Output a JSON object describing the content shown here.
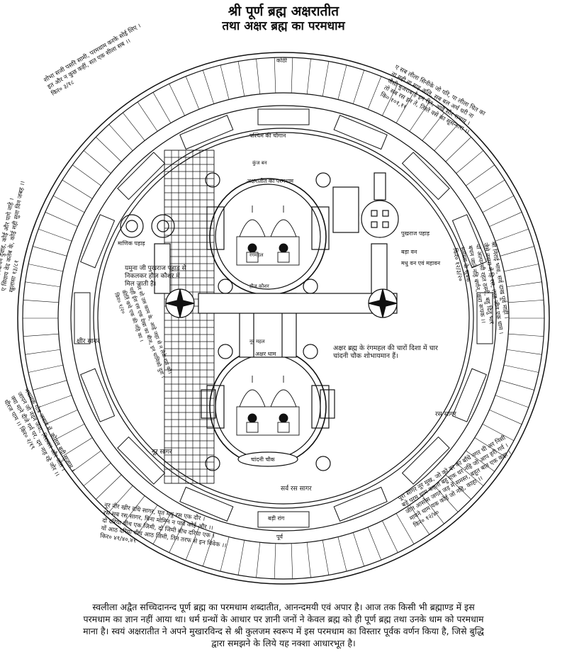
{
  "title": {
    "line1": "श्री पूर्ण ब्रह्म अक्षरातीत",
    "line2": "तथा अक्षर ब्रह्म का परमधाम"
  },
  "labels": {
    "top_outer": "कोठी",
    "west_ground": "पश्चिम की चौगान",
    "akshar_paramdham": "अक्षरातीत का परमधाम",
    "akshar_dham": "अक्षर धाम",
    "manik_pahad": "माणिक पहाड़",
    "pukhraj_pahad": "पुखराज पहाड़",
    "yamuna_note": "यमुना जी पुखराज पहाड़ से निकलकर हौज कौशर में मिल जाती है।",
    "bada_van": "बड़ा वन",
    "madhuvan": "मधु वन एवं महावन",
    "chandni_chowk": "चांदनी चौक",
    "chandni_note": "अक्षर ब्रह्म के रंगमहल की चारों दिशा में चार चांदनी चौक शोभायमान हैं।",
    "ksheer_sagar": "क्षीर सागर",
    "ras_sagar": "रस सागर",
    "nur_sagar": "नूर सागर",
    "sarva_ras_sagar": "सर्व रस सागर",
    "badi_rang": "बड़ी रांग",
    "purva": "पूर्व",
    "rangmahal": "रंगमहल",
    "hauz_kausar": "हौज कौशर",
    "nur_mahal": "नूर महल",
    "kuhan": "कुंज बन"
  },
  "notes": {
    "n1": "शोभा सजी पसरि सामी, परमधाम करके सोई लिए ।\nइत और न कुछ कहीं, सत एक सीला सब ।।\nकिर० ३/१८",
    "n2": "ए सब लीला सिनीके जो परि, पा लीला चित का\nना मही ना माह अलि, सब बल अर्थ धरी ना\nजैसी बुजराब है इन रीत, आवै सौर समाय ।\nतो सब रस इन ते, तिस्ते वसे का सूसन्गारा ।।\nकि० १०१,११",
    "n3": "या आर्य दिपिने दुवाह, कोई और पागे नाहे ।\nए सिवाय वेद कतेब के, कोई मही सुना विन जबह ।।\nखुलासा १३/८१",
    "n4": "श्री निराई भाव, सर्व दाख पूर्व माही ।\nजैसे नवास में हि रस, तरह जीव एक धाम ।\nया अल्पनसी रहत ठस्नी, बहु दितु भार\nबचन जाते नहि बर्णन, करा रूपक ।।\nसमस्ता के सूत्रक\nकिर० १२/३/२०",
    "n5": "भयामक गोत्र जबाब में, कोतल बदी सुजाम ।\nजापन जो नंदन जवा, निरावल और जोत ।\nक्या माने दीजे गर्म पर, दम नाह रहे जोर ।।\nधीरज पाम ।। किर० २/१९",
    "n6": "पर सो उस काम के, आहे जहा से न लेके राय कौ।\nयहीं ईश रस एक देखा का बीज, इन धामिको दुश ।\nकीर्ति कचे एक की नहि का ।\nकिर० १/२०",
    "n7": "पूरा सागर नूर मुख, जो को दर का बाँधे नगर धी अर निसी\nबड़े परम धाम कहता बहु एक धर नहि जो आप हरी गर्व ।\nजीत आसोस जगत जड़ में समस्त, बहुत बात एक कहा ।\nमायने धाम यक कोई जो नहि, काहा ।।\nकिर० १२/४०",
    "n8": "नूर नीर खीर दधि सागर, घृत मधु रस एक दौर ।\nरस सब रस सागर, बिना मोमिन न पावे कोई और ।।\nदो दरिया बीच एक जिमी, दो जिमी बीच दरिया एक ।\nयों आठ दरिया बीच आठ जिमी, तिन तरफ से इन विवेक ।।\nकिर० ४१/४०,४१"
  },
  "caption": "स्वलीला अद्वैत सच्चिदानन्द पूर्ण ब्रह्म का परमधाम शब्दातीत, आनन्दमयी एवं अपार है। आज तक किसी भी ब्रह्माण्ड में इस परमधाम का ज्ञान नहीं आया था। धर्म ग्रन्थों के आधार पर ज्ञानी जनों ने केवल ब्रह्म को ही पूर्ण ब्रह्म तथा उनके धाम को परमधाम माना है। स्वयं अक्षरातीत ने अपने मुखारविन्द से श्री कुलजम स्वरूप में इस परमधाम का विस्तार पूर्वक वर्णन किया है, जिसे बुद्धि द्वारा समझने के लिये यह नक्शा आधारभूत है।",
  "colors": {
    "ink": "#111111",
    "paper": "#ffffff"
  }
}
